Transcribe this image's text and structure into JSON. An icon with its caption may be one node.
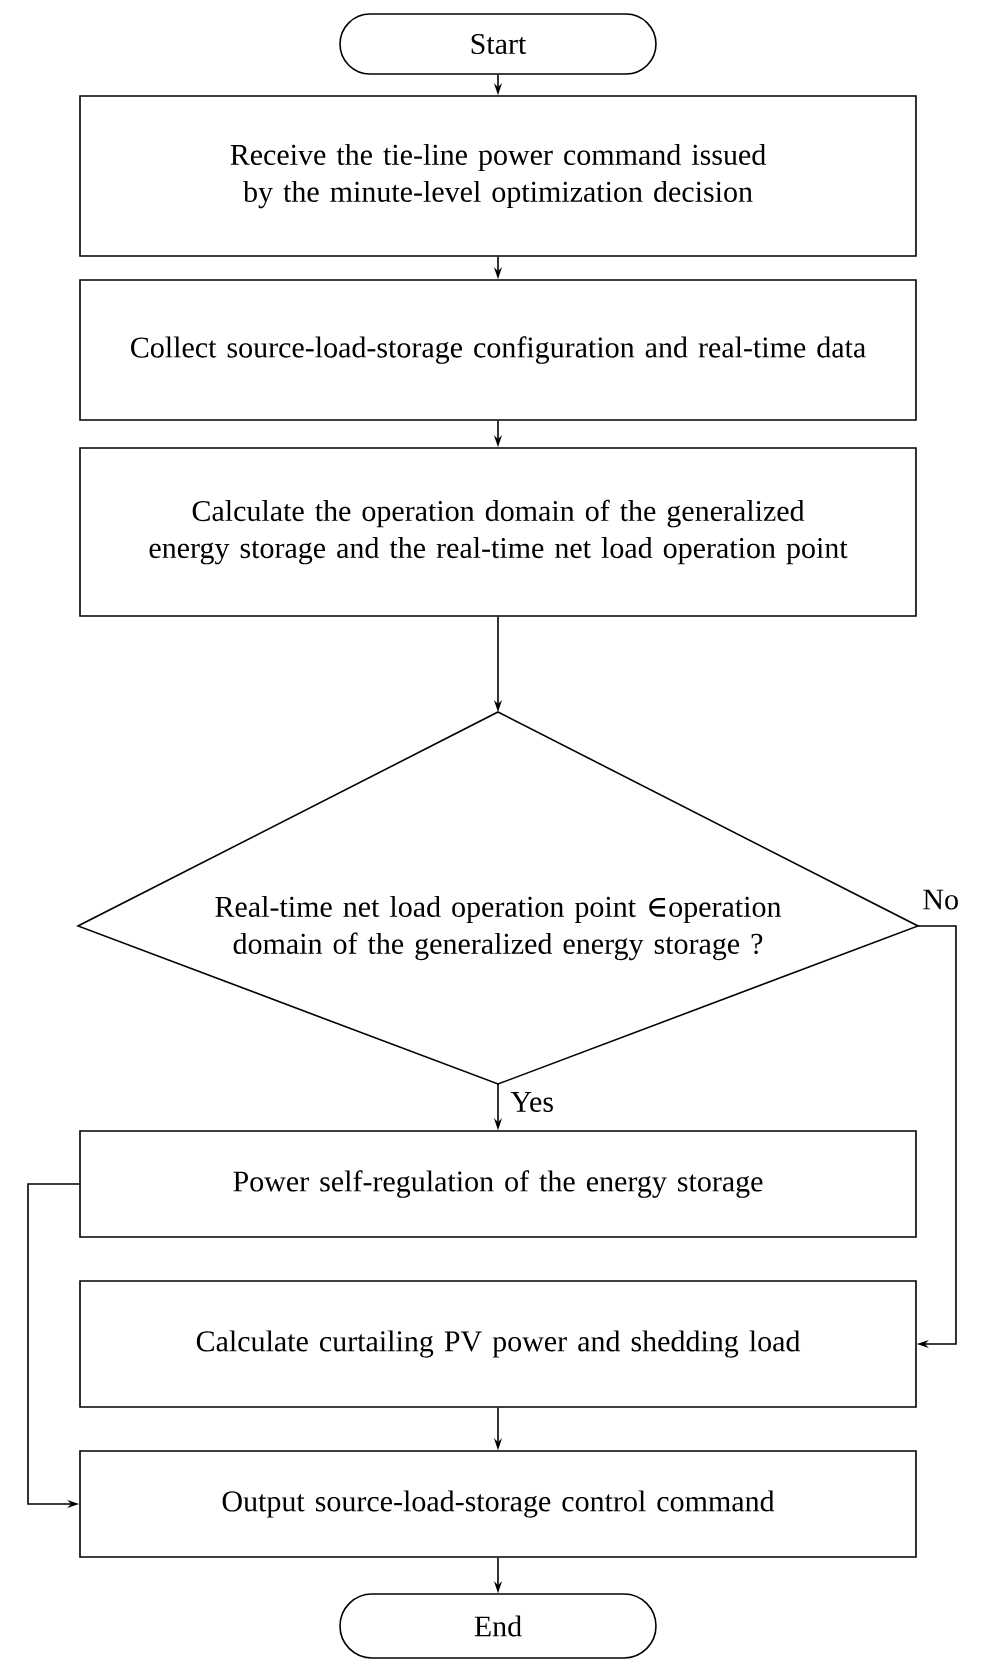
{
  "diagram": {
    "nodes": [
      {
        "text": [
          "Start"
        ]
      },
      {
        "text": [
          "Receive the tie-line power command issued by the minute-level optimization decision"
        ]
      },
      {
        "text": [
          "Collect source-load-storage configuration and real-time data"
        ]
      },
      {
        "text": [
          "Calculate the operation domain of the generalized energy storage and the real-time net load operation point"
        ]
      },
      {
        "text": [
          "Real-time net load operation point ∈operation domain of the generalized energy storage ?"
        ]
      },
      {
        "text": [
          "Power self-regulation of the energy storage"
        ]
      },
      {
        "text": [
          "Calculate curtailing PV power and shedding load"
        ]
      },
      {
        "text": [
          "Output source-load-storage control command"
        ]
      },
      {
        "text": [
          "End"
        ]
      }
    ],
    "edges": [
      {
        "from": 0,
        "to": 1,
        "arrow": "to"
      },
      {
        "from": 1,
        "to": 2,
        "arrow": "to"
      },
      {
        "from": 2,
        "to": 3,
        "arrow": "to"
      },
      {
        "from": 3,
        "to": 4,
        "arrow": "to"
      },
      {
        "from": 4,
        "to": 5,
        "arrow": "to",
        "label": "Yes"
      },
      {
        "from": 4,
        "to": 6,
        "arrow": "to",
        "label": "No"
      },
      {
        "from": 5,
        "to": 7,
        "arrow": "to"
      },
      {
        "from": 6,
        "to": 7,
        "arrow": "to"
      },
      {
        "from": 7,
        "to": 8,
        "arrow": "to"
      }
    ]
  }
}
